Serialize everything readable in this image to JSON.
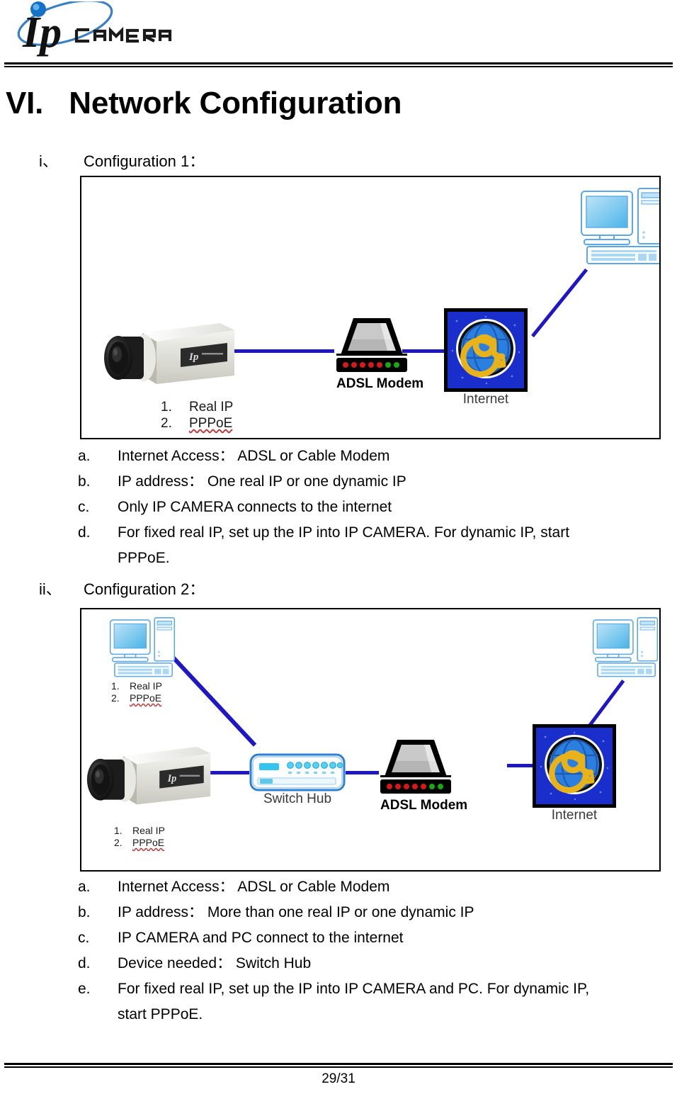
{
  "header": {
    "logo_primary": "Ip",
    "logo_secondary": "CAMERA"
  },
  "title": {
    "number": "VI.",
    "text": "Network Configuration",
    "full": "VI.   Network Configuration"
  },
  "sections": [
    {
      "roman": "i、",
      "label": "Configuration 1：",
      "diagram": {
        "camera_label_1": "1.",
        "camera_label_1_text": "Real IP",
        "camera_label_2": "2.",
        "camera_label_2_text": "PPPoE",
        "modem_caption": "ADSL Modem",
        "internet_caption": "Internet"
      },
      "items": [
        {
          "marker": "a.",
          "text": "Internet Access： ADSL or Cable Modem"
        },
        {
          "marker": "b.",
          "text": "IP address： One real IP or one dynamic IP"
        },
        {
          "marker": "c.",
          "text": "Only IP CAMERA connects to the internet"
        },
        {
          "marker": "d.",
          "text": "For fixed real IP, set up the IP into IP CAMERA. For dynamic IP, start",
          "cont": "PPPoE."
        }
      ]
    },
    {
      "roman": "ii、",
      "label": "Configuration 2：",
      "diagram": {
        "pc_label_1": "1.",
        "pc_label_1_text": "Real IP",
        "pc_label_2": "2.",
        "pc_label_2_text": "PPPoE",
        "camera_label_1": "1.",
        "camera_label_1_text": "Real IP",
        "camera_label_2": "2.",
        "camera_label_2_text": "PPPoE",
        "hub_caption": "Switch Hub",
        "modem_caption": "ADSL Modem",
        "internet_caption": "Internet"
      },
      "items": [
        {
          "marker": "a.",
          "text": "Internet Access： ADSL or Cable Modem"
        },
        {
          "marker": "b.",
          "text": "IP address： More than one real IP or one dynamic IP"
        },
        {
          "marker": "c.",
          "text": "IP CAMERA and PC connect to the internet"
        },
        {
          "marker": "d.",
          "text": "Device needed： Switch Hub"
        },
        {
          "marker": "e.",
          "text": "For fixed real IP, set up the IP into IP CAMERA and PC. For dynamic IP,",
          "cont": "start PPPoE."
        }
      ]
    }
  ],
  "footer": {
    "page_number": "29/31"
  },
  "colors": {
    "link_blue": "#1f17c4",
    "logo_blue": "#2a6fb5",
    "internet_bg": "#1a2ecc",
    "internet_at": "#e8b21a",
    "led_red": "#d61a1a",
    "led_green": "#18a818",
    "pc_line": "#5aa8e8",
    "squiggle": "#c03030"
  }
}
